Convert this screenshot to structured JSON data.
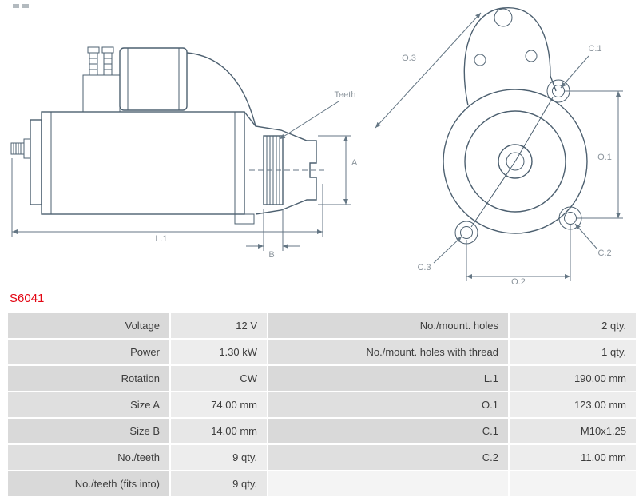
{
  "part_number": "S6041",
  "drawing": {
    "labels": {
      "teeth": "Teeth",
      "l1": "L.1",
      "a": "A",
      "b": "B",
      "o1": "O.1",
      "o2": "O.2",
      "o3": "O.3",
      "c1": "C.1",
      "c2": "C.2",
      "c3": "C.3"
    }
  },
  "table": {
    "rows": [
      [
        "Voltage",
        "12 V",
        "No./mount. holes",
        "2 qty."
      ],
      [
        "Power",
        "1.30 kW",
        "No./mount. holes with thread",
        "1 qty."
      ],
      [
        "Rotation",
        "CW",
        "L.1",
        "190.00 mm"
      ],
      [
        "Size A",
        "74.00 mm",
        "O.1",
        "123.00 mm"
      ],
      [
        "Size B",
        "14.00 mm",
        "C.1",
        "M10x1.25"
      ],
      [
        "No./teeth",
        "9 qty.",
        "C.2",
        "11.00 mm"
      ],
      [
        "No./teeth (fits into)",
        "9 qty.",
        "",
        ""
      ]
    ]
  }
}
